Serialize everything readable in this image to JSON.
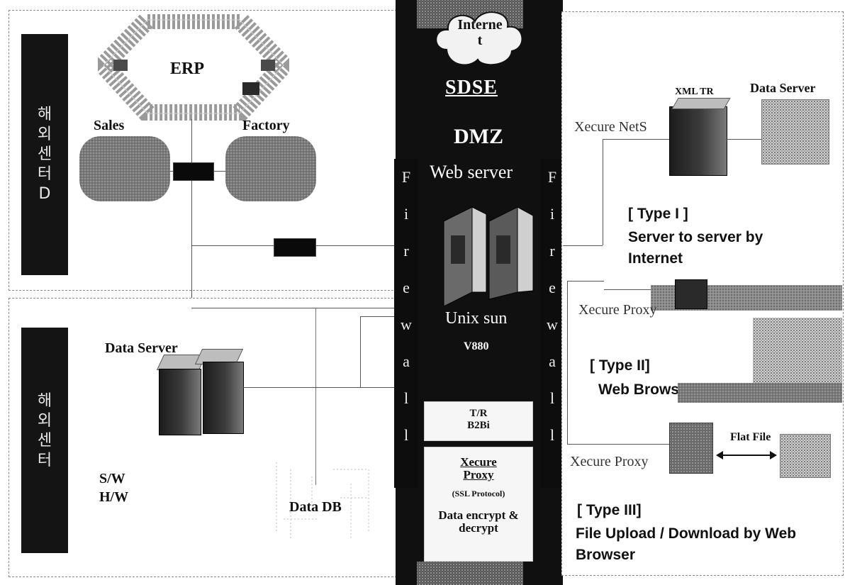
{
  "top_left_panel": {
    "side_label": [
      "해",
      "외",
      "센",
      "터",
      "D"
    ],
    "erp_label": "ERP",
    "sales_label": "Sales",
    "factory_label": "Factory"
  },
  "bottom_left_panel": {
    "side_label": [
      "해",
      "외",
      "센",
      "터"
    ],
    "data_server_label": "Data Server",
    "sw_label": "S/W",
    "hw_label": "H/W",
    "data_db_label": "Data DB"
  },
  "center": {
    "internet_label": "Interne\nt",
    "sdse_label": "SDSE",
    "dmz_label": "DMZ",
    "web_server_label": "Web server",
    "firewall_letters": [
      "F",
      "i",
      "r",
      "e",
      "w",
      "a",
      "l",
      "l"
    ],
    "unix_label": "Unix sun",
    "model_label": "V880",
    "tr_label": "T/R",
    "b2bi_label": "B2Bi",
    "xecure_proxy_label": "Xecure Proxy",
    "ssl_label": "(SSL Protocol)",
    "encrypt_label": "Data encrypt & decrypt"
  },
  "right_panel": {
    "xml_tr_label": "XML TR",
    "data_server_label": "Data Server",
    "xecure_nets_label": "Xecure NetS",
    "type1_title": "[ Type  I ]",
    "type1_desc": "Server to server by Internet",
    "xecure_proxy1_label": "Xecure Proxy",
    "type2_title": "[ Type  II]",
    "type2_desc": "Web Browser",
    "flat_file_label": "Flat File",
    "xecure_proxy2_label": "Xecure Proxy",
    "type3_title": "[ Type  III]",
    "type3_desc": "File Upload / Download by Web Browser"
  }
}
